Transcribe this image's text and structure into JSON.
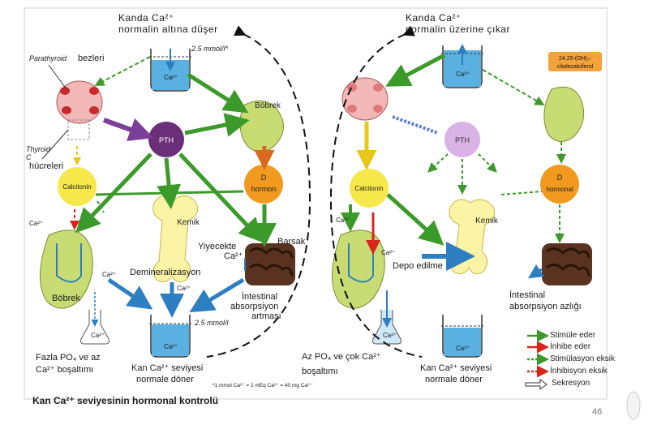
{
  "left": {
    "title_line1": "Kanda Ca²⁺",
    "title_line2": "normalin altına düşer",
    "parathyroid_label": "Parathyroid",
    "glands_label": "bezleri",
    "thyroid_label": "Thyroid",
    "c_label": "C",
    "cells_label": "hücreleri",
    "calcitonin": "Calcitonin",
    "pth": "PTH",
    "kidney": "Böbrek",
    "d_hormone_1": "D",
    "d_hormone_2": "hormon",
    "bone": "Kemik",
    "food_1": "Yiyecekte",
    "food_2": "Ca²⁺",
    "intestine": "Barsak",
    "demineral": "Demineralizasyon",
    "intestinal_1": "İntestinal",
    "intestinal_2": "absorpsiyon",
    "intestinal_3": "artması",
    "kidney_bottom": "Böbrek",
    "level_top": "2.5 mmol/l*",
    "level_bottom": "2.5 mmol/l",
    "excretion_1": "Fazla PO₄ ve az",
    "excretion_2": "Ca²⁺ boşaltımı",
    "result_1": "Kan Ca²⁺ seviyesi",
    "result_2": "normale döner",
    "footnote": "*1 mmol Ca²⁺ = 2 mEq Ca²⁺ = 40 mg Ca²⁺",
    "ca": "Ca²⁺"
  },
  "right": {
    "title_line1": "Kanda Ca²⁺",
    "title_line2": "normalin üzerine çıkar",
    "vitd_1": "24,25-(OH)₂-",
    "vitd_2": "cholecalciferol",
    "pth": "PTH",
    "calcitonin": "Calcitonin",
    "d_hormone_1": "D",
    "d_hormone_2": "hormonal",
    "bone": "Kemik",
    "storage": "Depo edilme",
    "intestinal_1": "İntestinal",
    "intestinal_2": "absorpsiyon azlığı",
    "excretion_1": "Az PO₄ ve çok Ca²⁺",
    "excretion_2": "boşaltımı",
    "result_1": "Kan Ca²⁺ seviyesi",
    "result_2": "normale döner",
    "ca": "Ca²⁺"
  },
  "legend": {
    "stimulate": "Stimüle eder",
    "inhibit": "İnhibe eder",
    "no_stimulation": "Stimülasyon eksik",
    "no_inhibition": "İnhibisyon eksik",
    "secretion": "Sekresyon"
  },
  "caption": "Kan Ca²⁺ seviyesinin hormonal kontrolü",
  "page_number": "46",
  "colors": {
    "green_arrow": "#3c9a2a",
    "red_arrow": "#d8261c",
    "purple": "#7a3f98",
    "pth_fill": "#6b2f7a",
    "calcitonin_fill": "#f6e84a",
    "d_hormone_fill": "#f19a1f",
    "kidney_fill": "#c9dc74",
    "bone_fill": "#fbf3a6",
    "water_fill": "#5ab0e0",
    "gland_fill": "#f2b8b8",
    "intestine_fill": "#5a3320"
  }
}
